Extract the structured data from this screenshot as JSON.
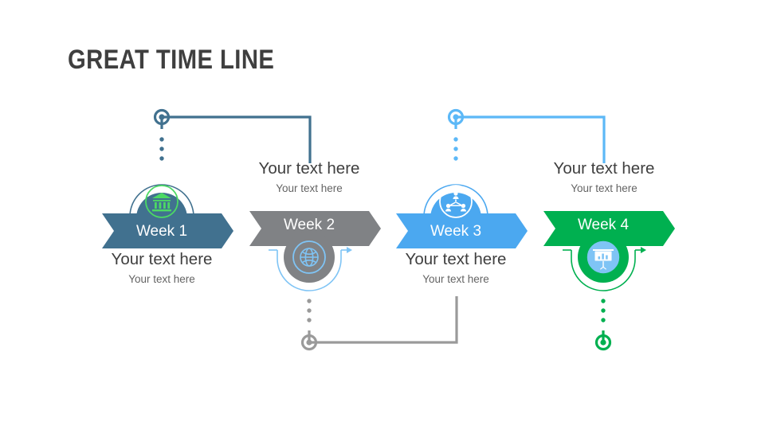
{
  "slide": {
    "title": "GREAT TIME LINE",
    "background": "#FFFFFF"
  },
  "palette": {
    "week1": "#41718F",
    "week2": "#808285",
    "week3": "#4BA8F0",
    "week4": "#00B050",
    "icon_green": "#4CD964",
    "icon_blue_light": "#7FC4F5",
    "text_dark": "#3F3F3F",
    "text_muted": "#646464",
    "white": "#FFFFFF"
  },
  "steps": [
    {
      "id": "week-1",
      "ribbon_label": "Week 1",
      "ribbon_color": "#41718F",
      "icon": "bank-icon",
      "icon_color": "#4CD964",
      "disc_color": "#41718F",
      "arc_color": "#41718F",
      "connector_color": "#41718F",
      "connector_position": "top",
      "text": {
        "heading": "Your text here",
        "subtext": "Your text here",
        "position": "below"
      }
    },
    {
      "id": "week-2",
      "ribbon_label": "Week 2",
      "ribbon_color": "#808285",
      "icon": "globe-icon",
      "icon_color": "#7FC4F5",
      "disc_color": "#808285",
      "arc_color": "#7FC4F5",
      "connector_color": "#808285",
      "connector_position": "bottom",
      "text": {
        "heading": "Your text here",
        "subtext": "Your text here",
        "position": "above"
      }
    },
    {
      "id": "week-3",
      "ribbon_label": "Week 3",
      "ribbon_color": "#4BA8F0",
      "icon": "team-org-icon",
      "icon_color": "#FFFFFF",
      "disc_color": "#4BA8F0",
      "arc_color": "#4BA8F0",
      "connector_color": "#5CB8F7",
      "connector_position": "top",
      "text": {
        "heading": "Your text here",
        "subtext": "Your text here",
        "position": "below"
      }
    },
    {
      "id": "week-4",
      "ribbon_label": "Week 4",
      "ribbon_color": "#00B050",
      "icon": "presentation-chart-icon",
      "icon_color": "#FFFFFF",
      "disc_color": "#00B050",
      "arc_color": "#00B050",
      "connector_color": "#00B050",
      "connector_position": "bottom",
      "text": {
        "heading": "Your text here",
        "subtext": "Your text here",
        "position": "above"
      }
    }
  ]
}
